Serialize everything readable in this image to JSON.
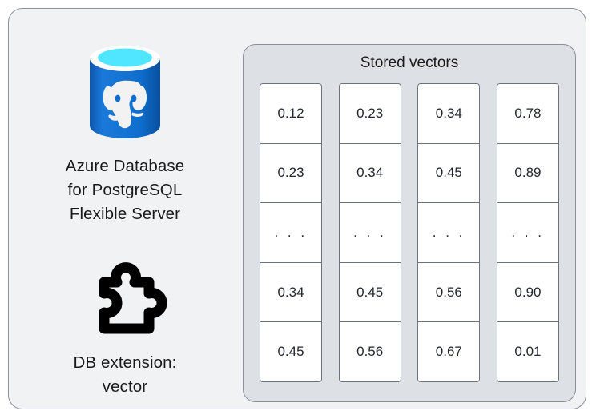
{
  "diagram": {
    "left": {
      "database_icon": "azure-postgresql-database-icon",
      "database_label_lines": [
        "Azure Database",
        "for PostgreSQL",
        "Flexible Server"
      ],
      "extension_icon": "puzzle-piece-icon",
      "extension_label_lines": [
        "DB extension:",
        "vector"
      ]
    },
    "vectors_panel": {
      "title": "Stored vectors",
      "columns": [
        {
          "cells": [
            "0.12",
            "0.23",
            ". . .",
            "0.34",
            "0.45"
          ]
        },
        {
          "cells": [
            "0.23",
            "0.34",
            ". . .",
            "0.45",
            "0.56"
          ]
        },
        {
          "cells": [
            "0.34",
            "0.45",
            ". . .",
            "0.56",
            "0.67"
          ]
        },
        {
          "cells": [
            "0.78",
            "0.89",
            ". . .",
            "0.90",
            "0.01"
          ]
        }
      ]
    },
    "colors": {
      "canvas_background": "#ffffff",
      "outer_panel_fill": "#f1f2f4",
      "outer_panel_border": "#8a8f98",
      "vectors_panel_fill": "#dde1e6",
      "vectors_panel_border": "#8a8f98",
      "cell_fill": "#ffffff",
      "cell_border": "#6b7280",
      "text": "#1a1a1a",
      "db_blue_dark": "#0f5fb8",
      "db_blue_light": "#1b8ae0",
      "db_cyan": "#50e6ff",
      "db_cyan_shadow": "#1f8fc0",
      "elephant_white": "#f2f2f2",
      "puzzle_black": "#000000"
    }
  }
}
